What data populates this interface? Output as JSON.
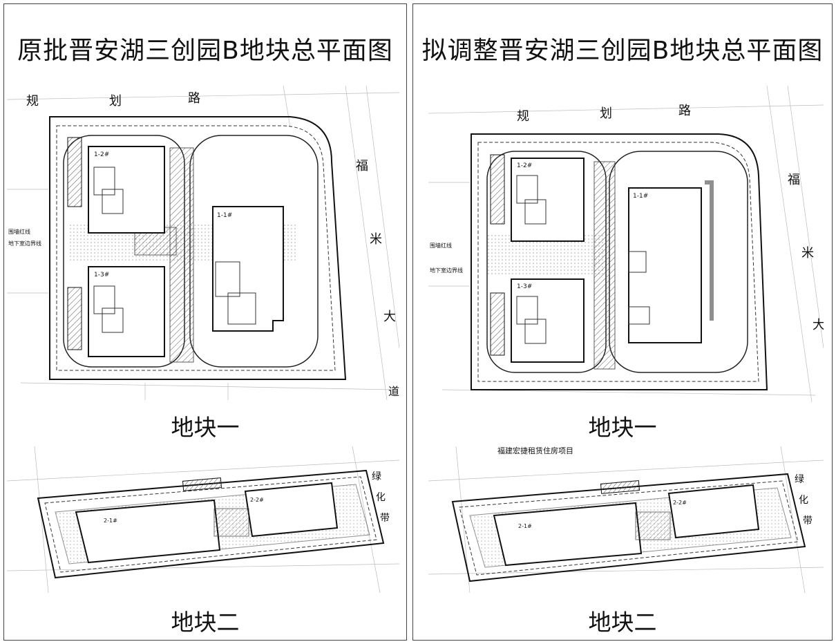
{
  "left": {
    "title": "原批晋安湖三创园B地块总平面图",
    "block1": {
      "caption": "地块一",
      "road_top": [
        "规",
        "划",
        "路"
      ],
      "road_right": [
        "福",
        "米",
        "大",
        "道"
      ],
      "buildings": [
        "1-2#",
        "1-3#",
        "1-1#"
      ],
      "side_notes": [
        "围墙红线",
        "地下室边界线"
      ]
    },
    "block2": {
      "caption": "地块二",
      "road_right": [
        "绿",
        "化",
        "带"
      ],
      "buildings": [
        "2-1#",
        "2-2#"
      ]
    }
  },
  "right": {
    "title": "拟调整晋安湖三创园B地块总平面图",
    "block1": {
      "caption": "地块一",
      "road_top": [
        "规",
        "划",
        "路"
      ],
      "road_right": [
        "福",
        "米",
        "大"
      ],
      "buildings": [
        "1-2#",
        "1-3#",
        "1-1#"
      ],
      "side_notes": [
        "围墙红线",
        "地下室边界线"
      ]
    },
    "block2": {
      "caption": "地块二",
      "road_top_note": "福建宏捷租赁住房项目",
      "road_right": [
        "绿",
        "化",
        "带"
      ],
      "buildings": [
        "2-1#",
        "2-2#"
      ]
    }
  }
}
